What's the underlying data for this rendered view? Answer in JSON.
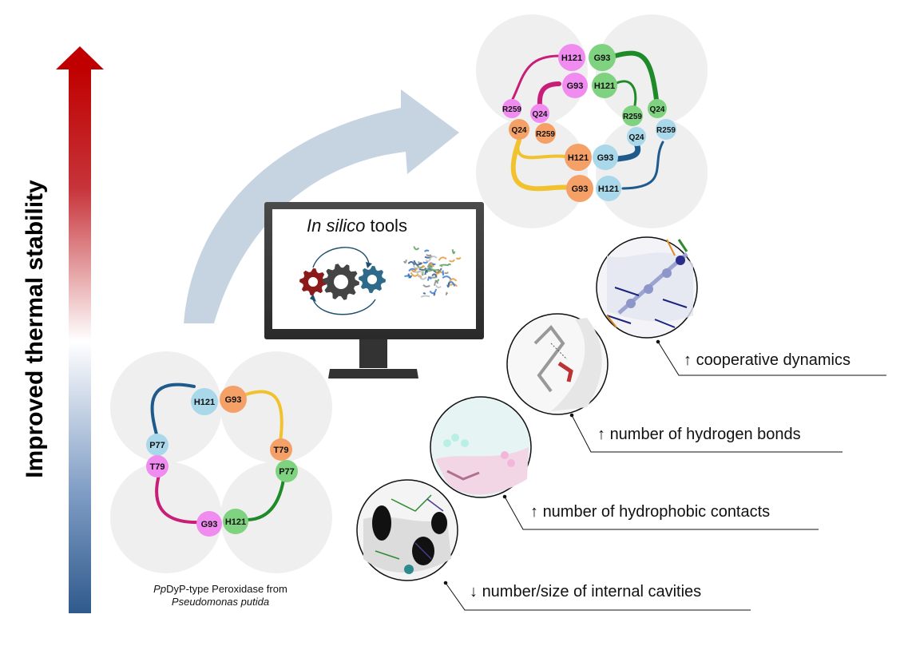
{
  "axis_label": "Improved thermal stability",
  "tools": {
    "title_italic": "In silico",
    "title_rest": " tools"
  },
  "caption": {
    "line1_italic": "Pp",
    "line1_rest": "DyP-type Peroxidase from",
    "line2_italic": "Pseudomonas putida"
  },
  "properties": [
    {
      "arrow": "↑",
      "text": "cooperative dynamics"
    },
    {
      "arrow": "↑",
      "text": "number of hydrogen bonds"
    },
    {
      "arrow": "↑",
      "text": "number of hydrophobic contacts"
    },
    {
      "arrow": "↓",
      "text": "number/size of internal cavities"
    }
  ],
  "colors": {
    "arrow_top": "#c00000",
    "arrow_bottom": "#2f5a8c",
    "curved_arrow": "#c6d4e2",
    "pink": "#f08cf0",
    "orange": "#f5a066",
    "green": "#7fd27f",
    "blue": "#a9d8ea",
    "magenta_line": "#c81e78",
    "yellow_line": "#f2c12e",
    "green_line": "#1f8a2a",
    "blue_line": "#1e5a8c",
    "gear_red": "#8b1a1a",
    "gear_gray": "#444444",
    "gear_teal": "#2e6b8a"
  },
  "wild_type": {
    "residues": [
      {
        "id": "H121",
        "color": "blue"
      },
      {
        "id": "G93",
        "color": "orange"
      },
      {
        "id": "P77",
        "color": "blue"
      },
      {
        "id": "T79",
        "color": "pink"
      },
      {
        "id": "T79",
        "color": "orange"
      },
      {
        "id": "P77",
        "color": "green"
      },
      {
        "id": "G93",
        "color": "pink"
      },
      {
        "id": "H121",
        "color": "green"
      }
    ]
  },
  "improved": {
    "residues": [
      {
        "id": "H121",
        "color": "pink"
      },
      {
        "id": "G93",
        "color": "green"
      },
      {
        "id": "G93",
        "color": "pink"
      },
      {
        "id": "H121",
        "color": "green"
      },
      {
        "id": "R259",
        "color": "pink"
      },
      {
        "id": "Q24",
        "color": "pink"
      },
      {
        "id": "R259",
        "color": "green"
      },
      {
        "id": "Q24",
        "color": "green"
      },
      {
        "id": "Q24",
        "color": "orange"
      },
      {
        "id": "R259",
        "color": "orange"
      },
      {
        "id": "Q24",
        "color": "blue"
      },
      {
        "id": "R259",
        "color": "blue"
      },
      {
        "id": "H121",
        "color": "orange"
      },
      {
        "id": "G93",
        "color": "blue"
      },
      {
        "id": "G93",
        "color": "orange"
      },
      {
        "id": "H121",
        "color": "blue"
      }
    ]
  }
}
